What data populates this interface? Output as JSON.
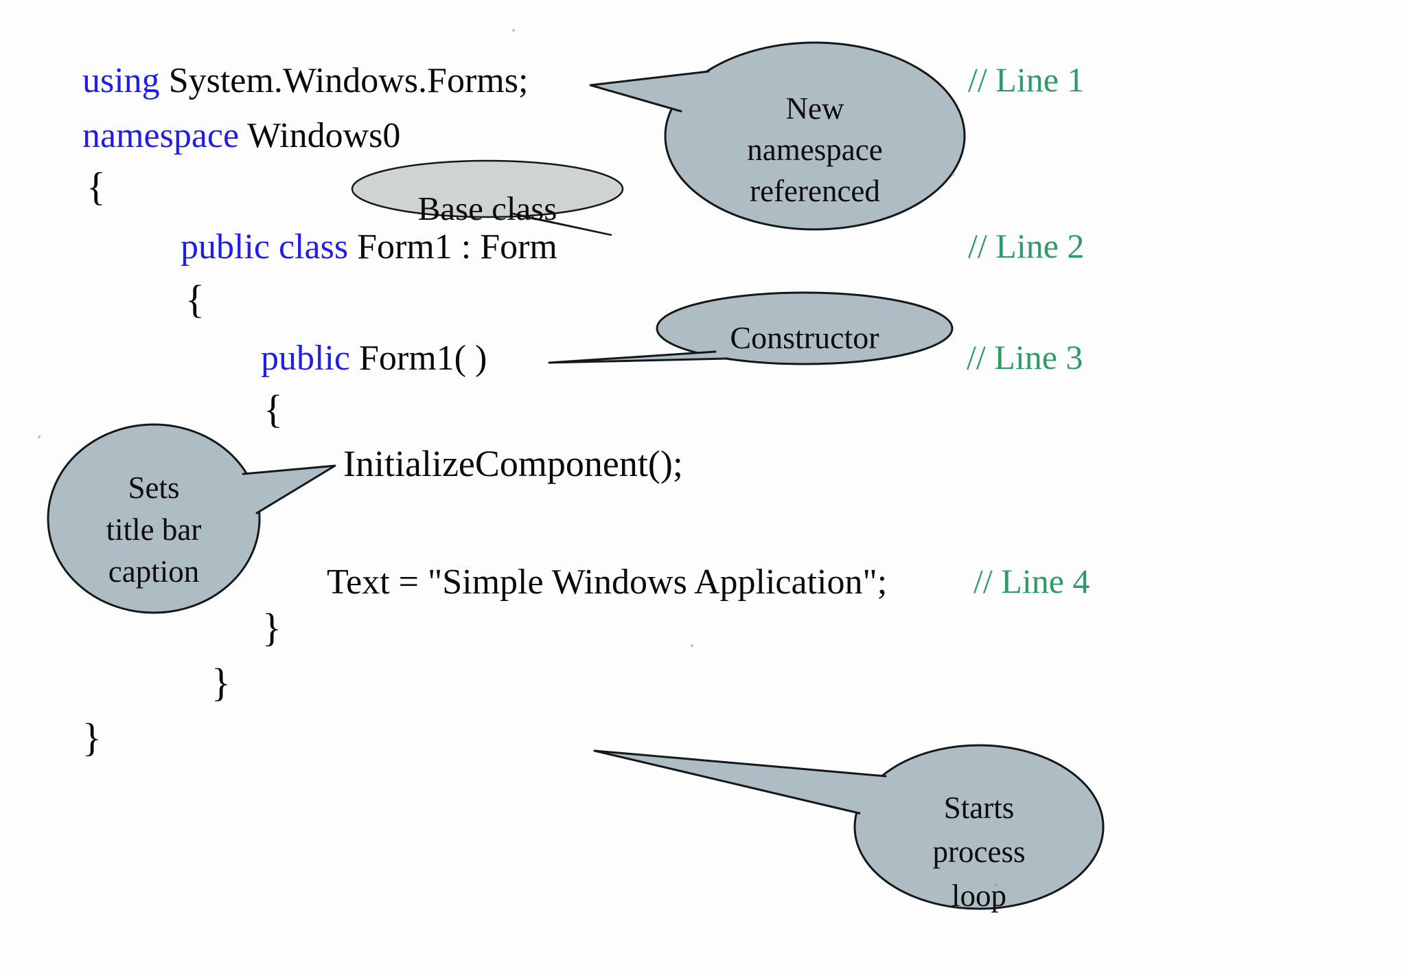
{
  "title": "Annotated C# simple Windows application code",
  "colors": {
    "keyword_blue": "#1e1ee8",
    "comment_green": "#2e9a68",
    "code_black": "#0a0a0a",
    "bubble_fill": "#aebcc3",
    "bubble_fill_light": "#cdd4d1",
    "bubble_stroke": "#15181a",
    "background": "#fdfdfd"
  },
  "code": {
    "line1": {
      "keyword": "using",
      "rest": " System.Windows.Forms;"
    },
    "line2": {
      "keyword": "namespace",
      "rest": " Windows0"
    },
    "open_brace": "{",
    "close_brace": "}",
    "line3": {
      "keyword": "public class",
      "rest": " Form1 : Form"
    },
    "line4": {
      "keyword": "public",
      "rest": " Form1( )"
    },
    "line5": "InitializeComponent();",
    "line6": "Text = \"Simple Windows Application\";"
  },
  "comments": {
    "line1": "// Line 1",
    "line2": "// Line 2",
    "line3": "// Line 3",
    "line4": "// Line 4"
  },
  "callouts": {
    "new_namespace": {
      "lines": [
        "New",
        "namespace",
        "referenced"
      ]
    },
    "base_class": {
      "label": "Base class"
    },
    "constructor": {
      "label": "Constructor"
    },
    "title_bar": {
      "lines": [
        "Sets",
        "title bar",
        "caption"
      ]
    },
    "process_loop": {
      "lines": [
        "Starts",
        "process",
        "loop"
      ]
    }
  }
}
